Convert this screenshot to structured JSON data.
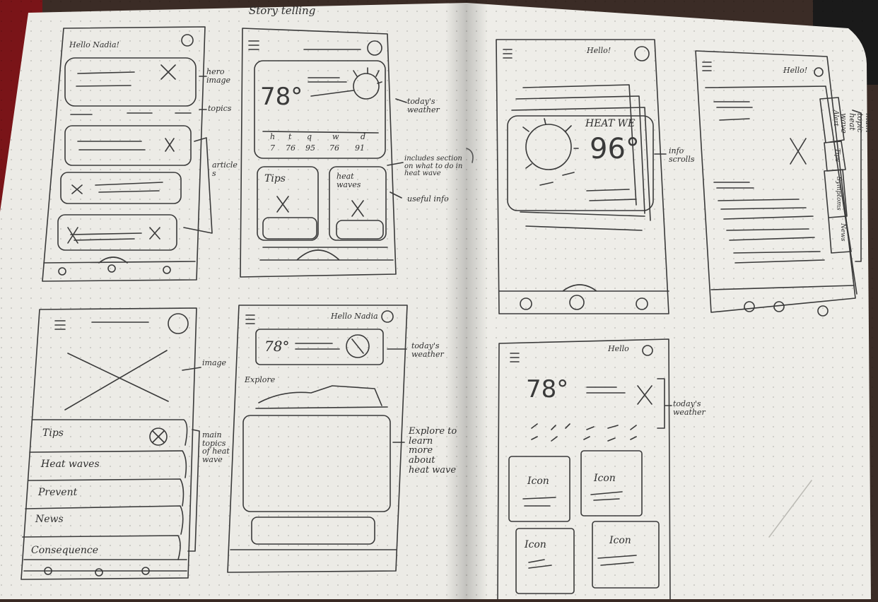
{
  "page_left": {
    "title": "Story telling",
    "wf1": {
      "greeting": "Hello Nadia!",
      "annotations": [
        "hero image",
        "topics",
        "articles"
      ]
    },
    "wf2": {
      "temp": "78°",
      "days": [
        "h",
        "t",
        "q",
        "w",
        "d"
      ],
      "temps": [
        "7",
        "76",
        "95",
        "76",
        "91"
      ],
      "card1": "Tips",
      "card2": "heat waves",
      "annotations": [
        "today's weather",
        "includes section on what to do in heat wave",
        "useful info"
      ]
    },
    "wf3": {
      "menu_items": [
        "Tips",
        "Heat waves",
        "Prevent",
        "News",
        "Consequence"
      ],
      "annotations": [
        "image",
        "main topics of heat wave"
      ]
    },
    "wf4": {
      "greeting": "Hello Nadia",
      "temp": "78°",
      "explore": "Explore",
      "annotations": [
        "today's weather",
        "Explore to learn more about heat wave"
      ]
    }
  },
  "page_right": {
    "wf5": {
      "greeting": "Hello!",
      "heat_label": "HEAT WE",
      "temp": "96°",
      "annotations": [
        "info scrolls"
      ]
    },
    "wf6": {
      "greeting": "Hello!",
      "tabs": [
        "Alert",
        "Tips",
        "Symptoms",
        "News"
      ],
      "annotations": [
        "main topic heat wave"
      ]
    },
    "wf7": {
      "greeting": "Hello",
      "temp": "78°",
      "icons": [
        "Icon",
        "Icon",
        "Icon",
        "Icon"
      ],
      "annotations": [
        "today's weather"
      ]
    }
  }
}
